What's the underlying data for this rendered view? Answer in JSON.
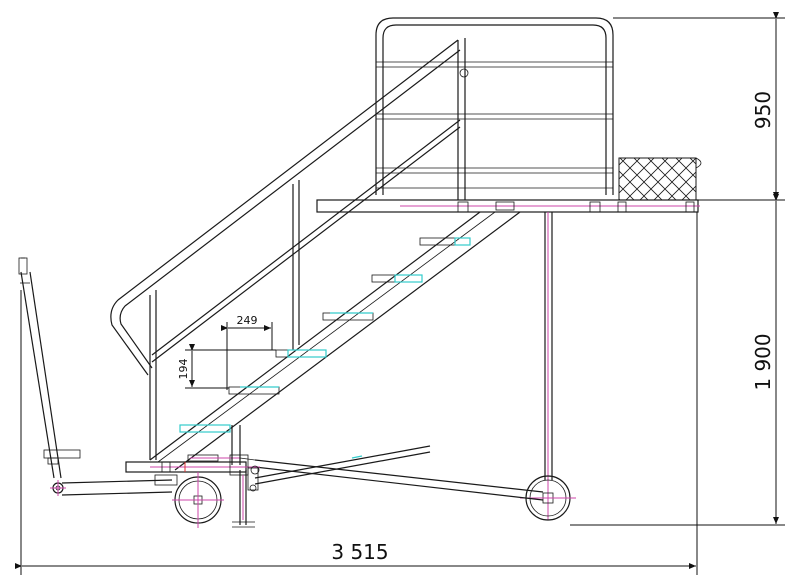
{
  "dimensions": {
    "overall_length": "3 515",
    "platform_rail_height": "950",
    "platform_height": "1 900",
    "step_depth": "249",
    "step_rise": "194"
  },
  "colors": {
    "line": "#1a1a1a",
    "accent_cyan": "#33cccc",
    "accent_magenta": "#cc44aa",
    "accent_red": "#dd3333"
  }
}
